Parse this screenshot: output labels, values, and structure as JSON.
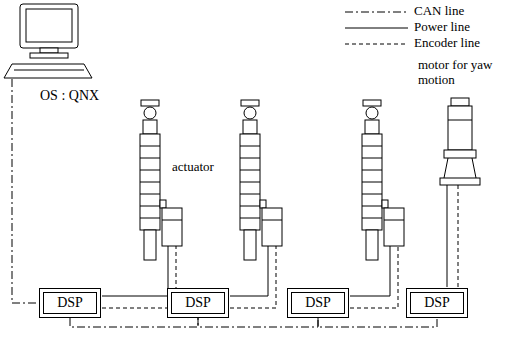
{
  "diagram": {
    "nodes": [
      {
        "text": [
          "DSP"
        ]
      },
      {
        "text": [
          "DSP"
        ]
      },
      {
        "text": [
          "DSP"
        ]
      },
      {
        "text": [
          "DSP"
        ]
      }
    ],
    "edges": [
      {
        "from": 0,
        "to": 1,
        "arrow": "none"
      },
      {
        "from": 1,
        "to": 2,
        "arrow": "none"
      },
      {
        "from": 2,
        "to": 3,
        "arrow": "none"
      }
    ],
    "labels": [
      "OS : QNX",
      "actuator",
      "motor for yaw motion"
    ],
    "legend": [
      {
        "text": "CAN line"
      },
      {
        "text": "Power line"
      },
      {
        "text": "Encoder line"
      }
    ]
  }
}
